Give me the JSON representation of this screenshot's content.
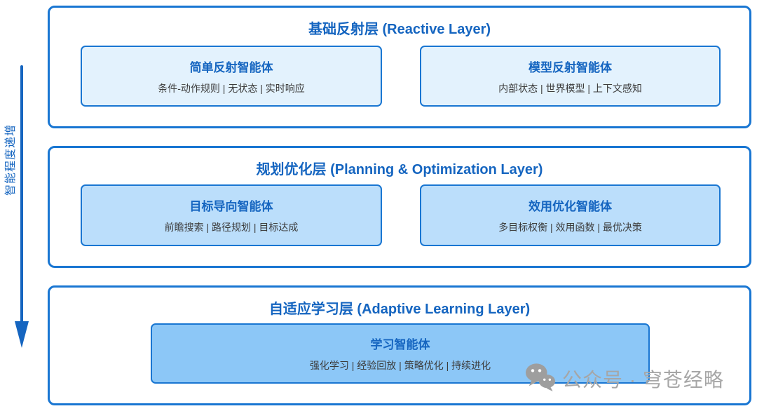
{
  "axis": {
    "label": "智能程度递增",
    "direction": "down",
    "color": "#1565c0"
  },
  "colors": {
    "border_blue": "#1976d2",
    "title_blue": "#1565c0",
    "layer1_fill": "#e3f2fd",
    "layer2_fill": "#bbdefb",
    "layer3_fill": "#8cc7f7",
    "feature_text": "#3c3c3c",
    "watermark_gray": "#a6a6a6"
  },
  "layers": [
    {
      "title": "基础反射层 (Reactive Layer)",
      "fill": "#e3f2fd",
      "agents": [
        {
          "name": "简单反射智能体",
          "features": "条件-动作规则 | 无状态 | 实时响应"
        },
        {
          "name": "模型反射智能体",
          "features": "内部状态 | 世界模型 | 上下文感知"
        }
      ]
    },
    {
      "title": "规划优化层 (Planning & Optimization Layer)",
      "fill": "#bbdefb",
      "agents": [
        {
          "name": "目标导向智能体",
          "features": "前瞻搜索 | 路径规划 | 目标达成"
        },
        {
          "name": "效用优化智能体",
          "features": "多目标权衡 | 效用函数 | 最优决策"
        }
      ]
    },
    {
      "title": "自适应学习层 (Adaptive Learning Layer)",
      "fill": "#8cc7f7",
      "agents": [
        {
          "name": "学习智能体",
          "features": "强化学习 | 经验回放 | 策略优化 | 持续进化"
        }
      ]
    }
  ],
  "watermark": {
    "icon": "wechat-icon",
    "text": "公众号 · 穹苍经略"
  }
}
